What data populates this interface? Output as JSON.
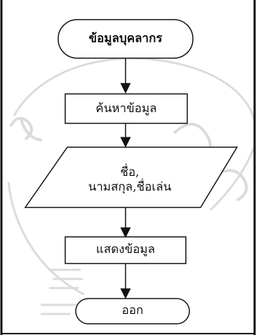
{
  "flowchart": {
    "start": "ข้อมูลบุคลากร",
    "process_search": "ค้นหาข้อมูล",
    "io_fields": "ชื่อ,\nนามสกุล,ชื่อเล่น",
    "process_show": "แสดงข้อมูล",
    "end": "ออก"
  },
  "colors": {
    "stroke": "#111111",
    "watermark": "#c8c8c8",
    "background": "#ffffff"
  }
}
